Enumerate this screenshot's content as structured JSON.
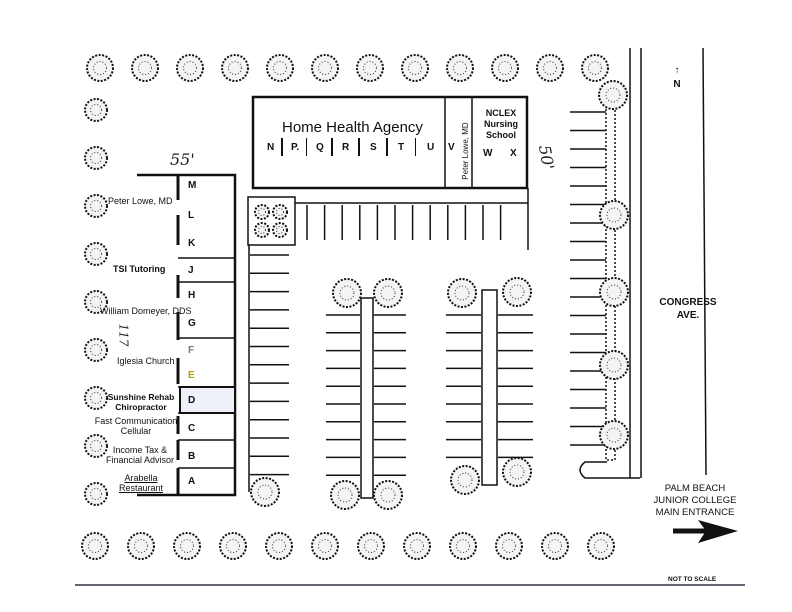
{
  "top_building": {
    "title": "Home Health Agency",
    "units": [
      "N",
      "P.",
      "Q",
      "R",
      "S",
      "T",
      "U"
    ],
    "unit_v": "V",
    "peter_lowe": "Peter Lowe, MD",
    "nclex": "NCLEX\nNursing\nSchool",
    "nclex_lines": [
      "NCLEX",
      "Nursing",
      "School"
    ],
    "unit_w": "W",
    "unit_x": "X"
  },
  "left_building": {
    "units": [
      {
        "letter": "M"
      },
      {
        "letter": "L"
      },
      {
        "letter": "K"
      },
      {
        "letter": "J"
      },
      {
        "letter": "H"
      },
      {
        "letter": "G"
      },
      {
        "letter": "F"
      },
      {
        "letter": "E"
      },
      {
        "letter": "D"
      },
      {
        "letter": "C"
      },
      {
        "letter": "B"
      },
      {
        "letter": "A"
      }
    ],
    "tenants": {
      "peter_lowe": "Peter Lowe, MD",
      "tsi": "TSI Tutoring",
      "domeyer": "William Domeyer, DDS",
      "iglesia": "Iglesia Church",
      "sunshine_1": "Sunshine Rehab",
      "sunshine_2": "Chiropractor",
      "fast_1": "Fast Communication",
      "fast_2": "Cellular",
      "income_1": "Income Tax &",
      "income_2": "Financial Advisor",
      "arabella_1": "Arabella",
      "arabella_2": "Restaurant"
    },
    "highlight_color": "#eef0fa",
    "highlighted_unit": "D"
  },
  "annotations": {
    "dim_55": "55'",
    "dim_50": "50'",
    "dim_117": "117"
  },
  "north": {
    "arrow": "↑",
    "label": "N"
  },
  "street": {
    "line1": "CONGRESS",
    "line2": "AVE."
  },
  "entrance": {
    "line1": "PALM BEACH",
    "line2": "JUNIOR COLLEGE",
    "line3": "MAIN ENTRANCE"
  },
  "scale_note": "NOT TO SCALE"
}
